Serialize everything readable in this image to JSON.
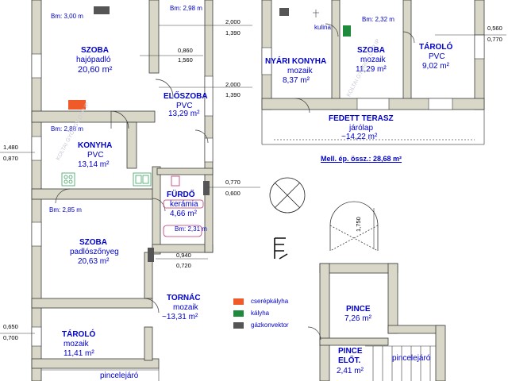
{
  "rooms": {
    "szoba1": {
      "name": "SZOBA",
      "material": "hajópadló",
      "area": "20,60 m²",
      "bm": "Bm: 3,00 m"
    },
    "eloszoba": {
      "name": "ELŐSZOBA",
      "material": "PVC",
      "area": "13,29 m²",
      "bm": "Bm: 2,98 m"
    },
    "konyha": {
      "name": "KONYHA",
      "material": "PVC",
      "area": "13,14 m²",
      "bm": "Bm: 2,88 m"
    },
    "furdo": {
      "name": "FÜRDŐ",
      "material": "kerámia",
      "area": "4,66 m²",
      "bm": "Bm: 2,31 m"
    },
    "szoba2": {
      "name": "SZOBA",
      "material": "padlószőnyeg",
      "area": "20,63 m²",
      "bm": "Bm: 2,85 m"
    },
    "tornac": {
      "name": "TORNÁC",
      "material": "mozaik",
      "area": "~13,31 m²"
    },
    "taroloL": {
      "name": "TÁROLÓ",
      "material": "mozaik",
      "area": "11,41 m²"
    },
    "pincelejaroL": {
      "name": "pincelejáró"
    },
    "nyari": {
      "name": "NYÁRI KONYHA",
      "material": "mozaik",
      "area": "8,37 m²",
      "kulina": "kulina"
    },
    "szoba3": {
      "name": "SZOBA",
      "material": "mozaik",
      "area": "11,29 m²",
      "bm": "Bm: 2,32 m"
    },
    "taroloR": {
      "name": "TÁROLÓ",
      "material": "PVC",
      "area": "9,02 m²"
    },
    "terasz": {
      "name": "FEDETT TERASZ",
      "material": "járólap",
      "area": "~14,22 m²"
    },
    "pince": {
      "name": "PINCE",
      "area": "7,26 m²"
    },
    "pinceelot": {
      "name": "PINCE ELŐT.",
      "area": "2,41 m²"
    },
    "pincelejaroR": {
      "name": "pincelejáró"
    }
  },
  "dimensions": {
    "d1_top": "2,000",
    "d1_bot": "1,390",
    "d2_top": "0,860",
    "d2_bot": "1,560",
    "d3_top": "2,000",
    "d3_bot": "1,390",
    "d4_top": "0,560",
    "d4_bot": "0,770",
    "d5_top": "1,480",
    "d5_bot": "0,870",
    "d6_top": "0,770",
    "d6_bot": "0,600",
    "d7_top": "0,940",
    "d7_bot": "0,720",
    "d8_top": "0,650",
    "d8_bot": "0,700",
    "d9": "1,750"
  },
  "total": "Mell. ép. össz.: 28,68 m²",
  "legend": [
    {
      "label": "cserépkályha",
      "color": "#f05a28"
    },
    {
      "label": "kályha",
      "color": "#1e8a3c"
    },
    {
      "label": "gázkonvektor",
      "color": "#555555"
    }
  ],
  "watermarks": {
    "wm1": "KOLTAI GYÖRGY OTP IP",
    "wm2": "KOLTAI GYÖRGY OTP IP"
  },
  "colors": {
    "wall": "#d8d7c8",
    "wallStroke": "#3a3a3a",
    "label": "#0000cc"
  }
}
